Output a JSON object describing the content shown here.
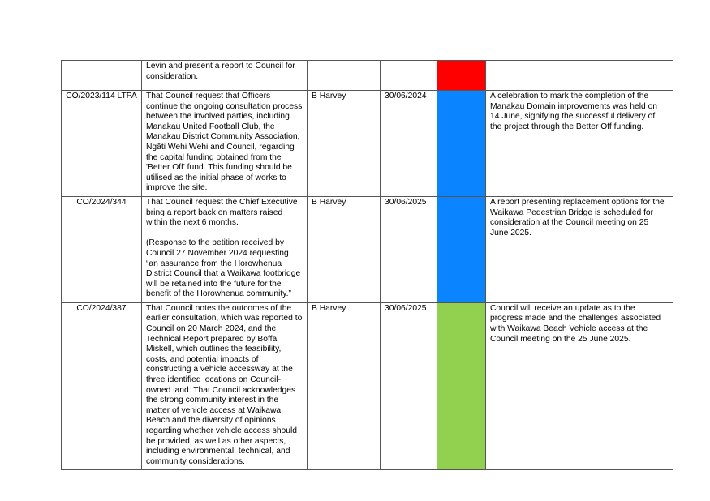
{
  "colors": {
    "status_red": "#ff0000",
    "status_blue": "#0b84ff",
    "status_green": "#92d050"
  },
  "rows": [
    {
      "ref": "",
      "resolution": "Levin and present a report to Council for consideration.",
      "officer": "",
      "date": "",
      "status": "red",
      "comment": ""
    },
    {
      "ref": "CO/2023/114 LTPA",
      "resolution": "That Council request that Officers continue the ongoing consultation process between the involved parties, including Manakau United Football Club, the Manakau District Community Association, Ngāti Wehi Wehi and Council, regarding the capital funding obtained from the 'Better Off' fund. This funding should be utilised as the initial phase of works to improve the site.",
      "officer": "B Harvey",
      "date": "30/06/2024",
      "status": "blue",
      "comment": "A celebration to mark the completion of the Manakau Domain improvements was held on 14 June, signifying the successful delivery of the project through the Better Off funding."
    },
    {
      "ref": "CO/2024/344",
      "resolution": "That Council request the Chief Executive bring a report back on matters raised within the next 6 months.\n\n(Response to the petition received by Council 27 November 2024 requesting “an assurance from the Horowhenua District Council that a Waikawa footbridge will be retained into the future for the benefit of the Horowhenua community.”",
      "officer": "B Harvey",
      "date": "30/06/2025",
      "status": "blue",
      "comment": "A report presenting replacement options for the Waikawa Pedestrian Bridge is scheduled for consideration at the Council meeting on 25 June 2025."
    },
    {
      "ref": "CO/2024/387",
      "resolution": "That Council notes the outcomes of the earlier consultation, which was reported to Council on 20 March 2024, and the Technical Report prepared by Boffa Miskell, which outlines the feasibility, costs, and potential impacts of constructing a vehicle accessway at the three identified locations on Council-owned land. That Council acknowledges the strong community interest in the matter of vehicle access at Waikawa Beach and the diversity of opinions regarding whether vehicle access should be provided, as well as other aspects, including environmental, technical, and community considerations.",
      "officer": "B Harvey",
      "date": "30/06/2025",
      "status": "green",
      "comment": "Council will receive an update as to the progress made and the challenges associated with Waikawa Beach Vehicle access at the Council meeting on the 25 June 2025."
    }
  ]
}
